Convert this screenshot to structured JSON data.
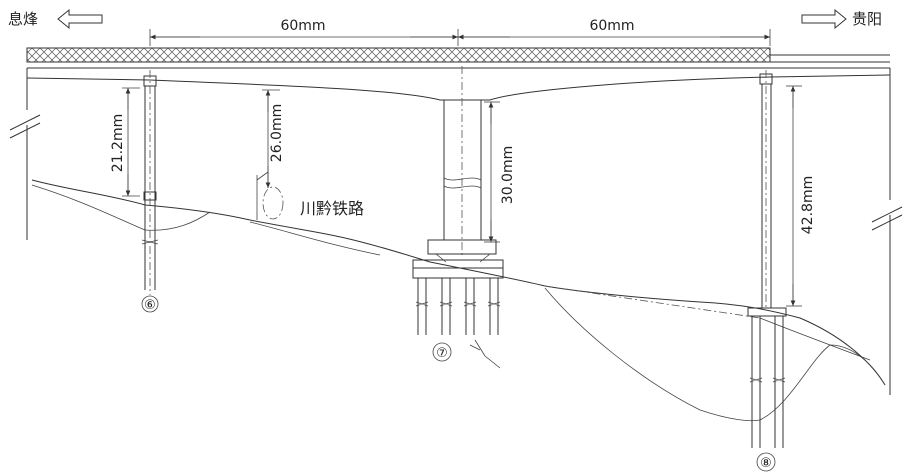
{
  "directions": {
    "left": "息烽",
    "right": "贵阳"
  },
  "spans": [
    {
      "label": "60mm"
    },
    {
      "label": "60mm"
    }
  ],
  "heights": {
    "pier6": "21.2mm",
    "railway_clearance": "26.0mm",
    "pier7": "30.0mm",
    "pier8": "42.8mm"
  },
  "labels": {
    "railway": "川黔铁路"
  },
  "piers": [
    {
      "number": "⑥"
    },
    {
      "number": "⑦"
    },
    {
      "number": "⑧"
    }
  ],
  "colors": {
    "line": "#333333",
    "deck_hatch": "#555555"
  }
}
